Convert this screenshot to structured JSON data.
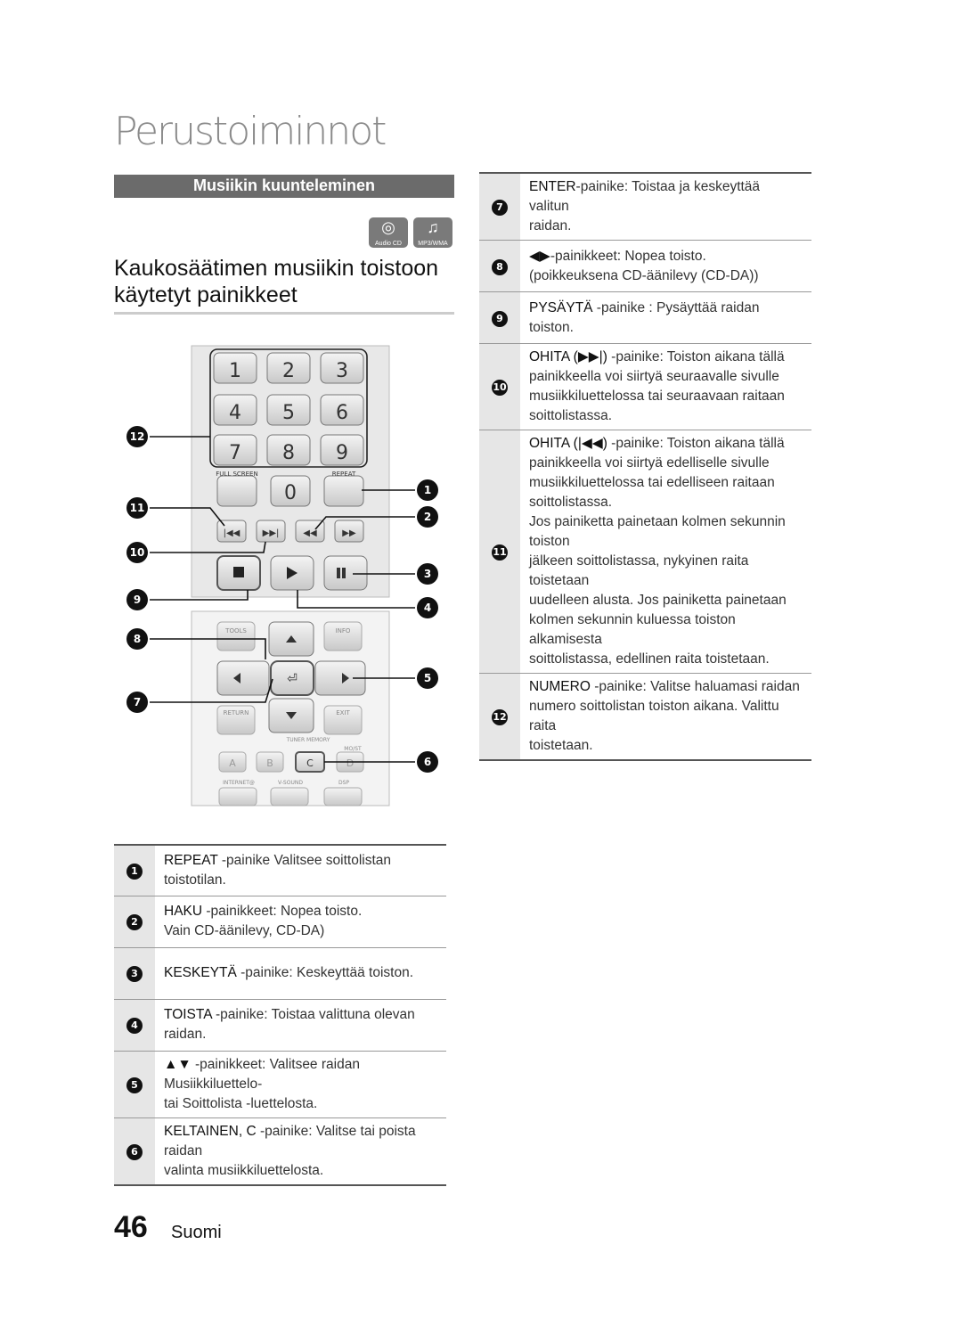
{
  "chapter_title": "Perustoiminnot",
  "section_title": "Musiikin kuunteleminen",
  "badges": [
    {
      "icon": "disc-icon",
      "glyph": "◎",
      "label": "Audio CD"
    },
    {
      "icon": "music-note-icon",
      "glyph": "♫",
      "label": "MP3/WMA"
    }
  ],
  "subtitle": "Kaukosäätimen musiikin toistoon käytetyt painikkeet",
  "remote": {
    "digits": [
      "1",
      "2",
      "3",
      "4",
      "5",
      "6",
      "7",
      "8",
      "9",
      "0"
    ],
    "full_screen": "FULL SCREEN",
    "repeat": "REPEAT",
    "tools": "TOOLS",
    "info": "INFO",
    "return": "RETURN",
    "exit": "EXIT",
    "tuner_memory": "TUNER MEMORY",
    "mo_st": "MO/ST",
    "color_buttons": [
      "A",
      "B",
      "C",
      "D"
    ],
    "internet": "INTERNET@",
    "vsound": "V-SOUND",
    "dsp": "DSP",
    "callouts": [
      "1",
      "2",
      "3",
      "4",
      "5",
      "6",
      "7",
      "8",
      "9",
      "10",
      "11",
      "12"
    ]
  },
  "left_table": [
    {
      "num": "1",
      "key": "REPEAT",
      "text": " -painike Valitsee soittolistan toistotilan."
    },
    {
      "num": "2",
      "key": "HAKU",
      "text": " -painikkeet: Nopea toisto.",
      "text2": "Vain CD-äänilevy, CD-DA)"
    },
    {
      "num": "3",
      "key": "KESKEYTÄ",
      "text": " -painike: Keskeyttää toiston."
    },
    {
      "num": "4",
      "key": "TOISTA",
      "text": " -painike: Toistaa valittuna olevan raidan."
    },
    {
      "num": "5",
      "key": "▲▼",
      "text": " -painikkeet: Valitsee raidan Musiikkiluettelo-",
      "text2": "tai Soittolista -luettelosta."
    },
    {
      "num": "6",
      "key": "KELTAINEN, C",
      "text": " -painike: Valitse tai poista raidan",
      "text2": "valinta musiikkiluettelosta."
    }
  ],
  "right_table": [
    {
      "num": "7",
      "key": "ENTER",
      "text": "-painike: Toistaa ja keskeyttää valitun",
      "text2": "raidan."
    },
    {
      "num": "8",
      "key": "◀▶",
      "text": "-painikkeet: Nopea toisto.",
      "text2": "(poikkeuksena CD-äänilevy (CD-DA))"
    },
    {
      "num": "9",
      "key": "PYSÄYTÄ",
      "text": " -painike : Pysäyttää raidan toiston."
    },
    {
      "num": "10",
      "key": "OHITA (▶▶|)",
      "text": " -painike: Toiston aikana tällä",
      "text2": "painikkeella voi siirtyä seuraavalle sivulle",
      "text3": "musiikkiluettelossa tai seuraavaan raitaan",
      "text4": "soittolistassa."
    },
    {
      "num": "11",
      "key": "OHITA (|◀◀)",
      "text": " -painike: Toiston aikana tällä",
      "text2": "painikkeella voi siirtyä edelliselle sivulle",
      "text3": "musiikkiluettelossa tai edelliseen raitaan",
      "text4": "soittolistassa.",
      "text5": "Jos painiketta painetaan kolmen sekunnin toiston",
      "text6": "jälkeen soittolistassa, nykyinen raita toistetaan",
      "text7": "uudelleen alusta. Jos painiketta painetaan",
      "text8": "kolmen sekunnin kuluessa toiston alkamisesta",
      "text9": "soittolistassa, edellinen raita toistetaan."
    },
    {
      "num": "12",
      "key": "NUMERO",
      "text": " -painike: Valitse haluamasi raidan",
      "text2": "numero soittolistan toiston aikana. Valittu raita",
      "text3": "toistetaan."
    }
  ],
  "page_number": "46",
  "language": "Suomi"
}
